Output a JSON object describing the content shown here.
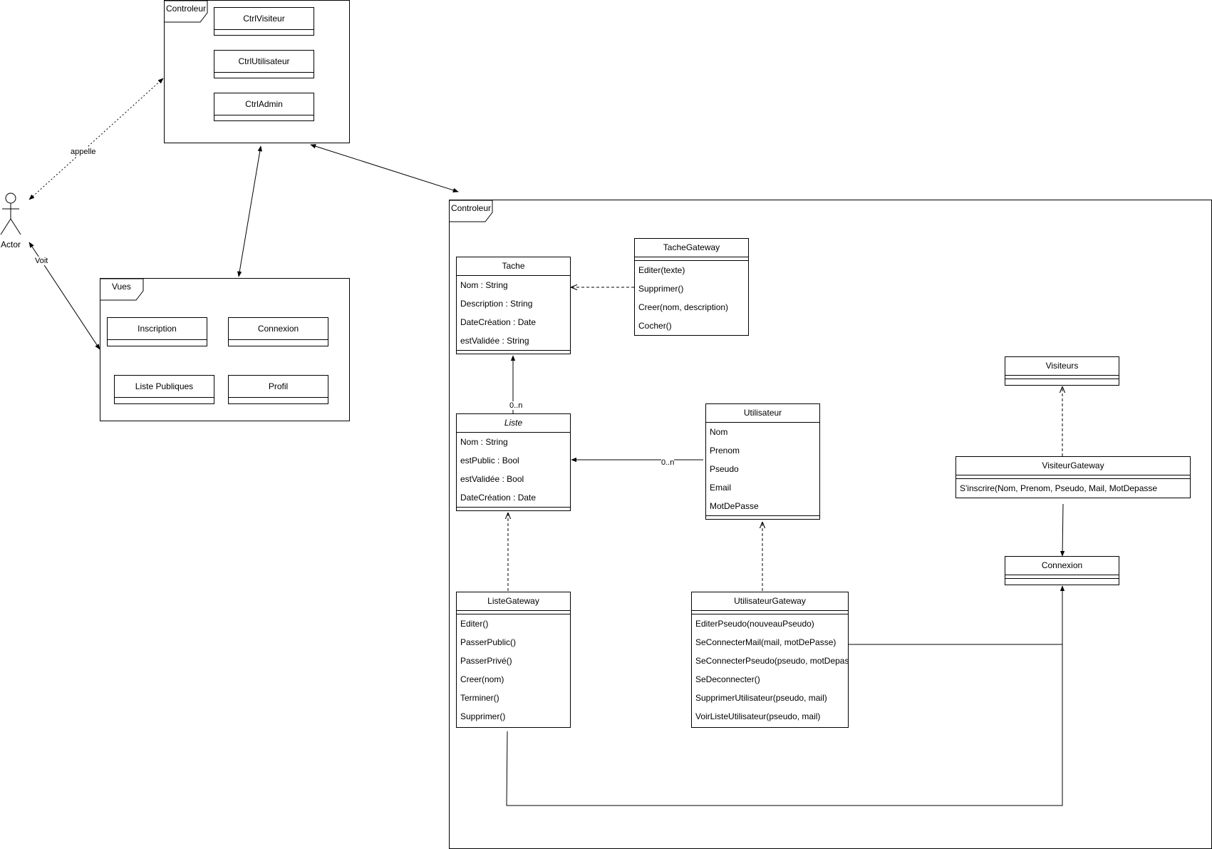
{
  "packages": {
    "controleur_top": {
      "label": "Controleur"
    },
    "vues": {
      "label": "Vues"
    },
    "controleur_main": {
      "label": "Controleur"
    }
  },
  "actor": {
    "label": "Actor"
  },
  "relations": {
    "appelle": "appelle",
    "voit": "Voit",
    "tache_liste_mult": "0..n",
    "liste_utilisateur_mult": "0..n"
  },
  "controllers": [
    "CtrlVisiteur",
    "CtrlUtilisateur",
    "CtrlAdmin"
  ],
  "views": [
    "Inscription",
    "Connexion",
    "Liste Publiques",
    "Profil"
  ],
  "classes": {
    "tache": {
      "name": "Tache",
      "attrs": [
        "Nom : String",
        "Description :  String",
        "DateCréation : Date",
        "estValidée : String"
      ]
    },
    "tache_gateway": {
      "name": "TacheGateway",
      "methods": [
        "Editer(texte)",
        "Supprimer()",
        "Creer(nom, description)",
        "Cocher()"
      ]
    },
    "liste": {
      "name": "Liste",
      "attrs": [
        "Nom : String",
        "estPublic : Bool",
        "estValidée : Bool",
        "DateCréation : Date"
      ]
    },
    "utilisateur": {
      "name": "Utilisateur",
      "attrs": [
        "Nom",
        "Prenom",
        "Pseudo",
        "Email",
        "MotDePasse"
      ]
    },
    "visiteurs": {
      "name": "Visiteurs"
    },
    "visiteur_gateway": {
      "name": "VisiteurGateway",
      "methods": [
        "S'inscrire(Nom, Prenom, Pseudo, Mail, MotDepasse"
      ]
    },
    "connexion": {
      "name": "Connexion"
    },
    "liste_gateway": {
      "name": "ListeGateway",
      "methods": [
        "Editer()",
        "PasserPublic()",
        "PasserPrivé()",
        "Creer(nom)",
        "Terminer()",
        "Supprimer()"
      ]
    },
    "utilisateur_gateway": {
      "name": "UtilisateurGateway",
      "methods": [
        "EditerPseudo(nouveauPseudo)",
        "SeConnecterMail(mail, motDePasse)",
        "SeConnecterPseudo(pseudo, motDepasse)",
        "SeDeconnecter()",
        "SupprimerUtilisateur(pseudo, mail)",
        "VoirListeUtilisateur(pseudo, mail)"
      ]
    }
  }
}
